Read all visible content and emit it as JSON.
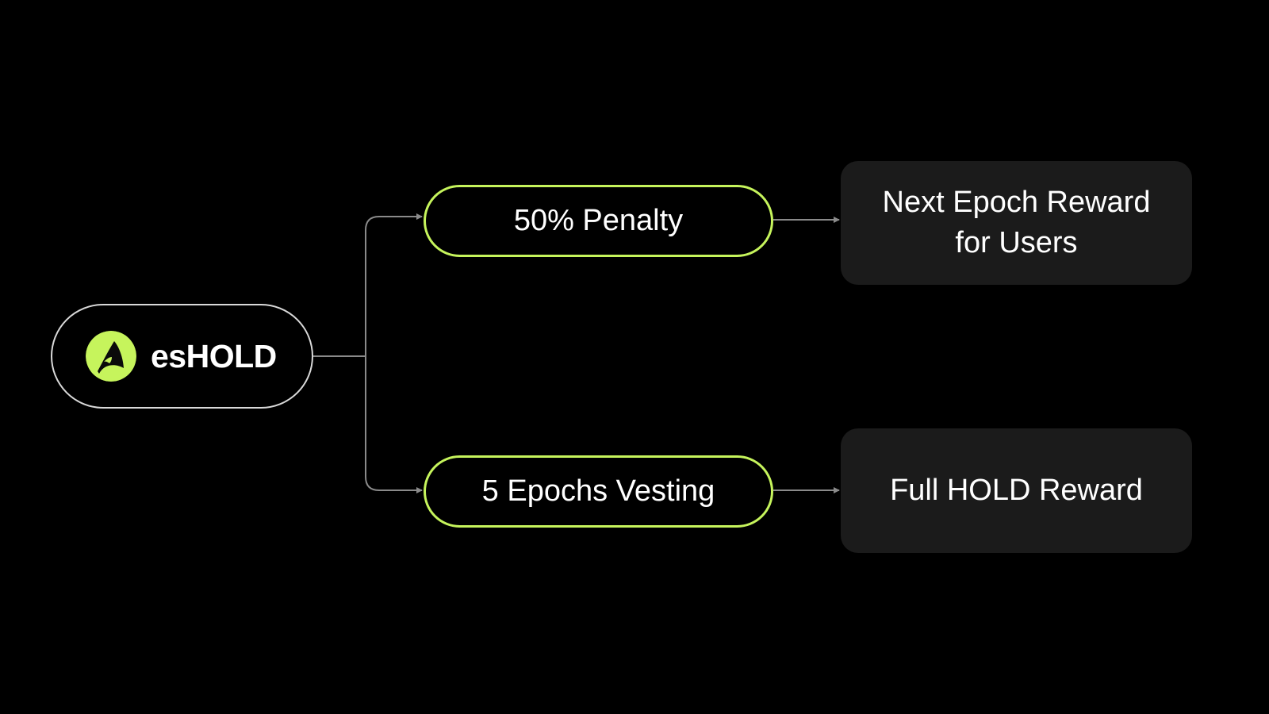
{
  "colors": {
    "background": "#000000",
    "accent": "#c6f45c",
    "connector": "#8a8a8a",
    "root_border": "#d9d9d9",
    "result_fill": "#1b1b1b",
    "text": "#ffffff"
  },
  "root": {
    "label": "esHOLD",
    "icon": "hold-logo-icon"
  },
  "branches": [
    {
      "label": "50% Penalty",
      "result": "Next Epoch Reward for Users"
    },
    {
      "label": "5 Epochs Vesting",
      "result": "Full HOLD Reward"
    }
  ]
}
